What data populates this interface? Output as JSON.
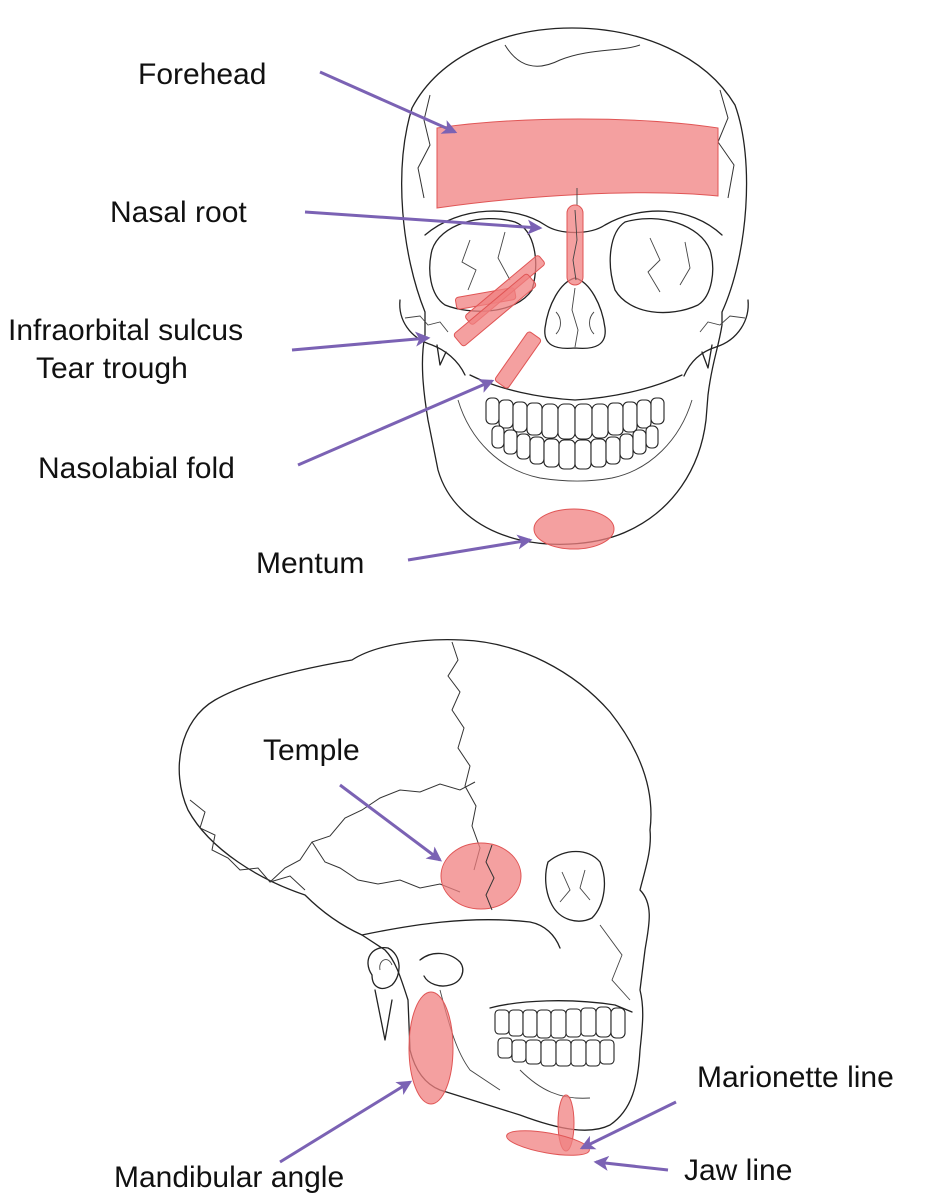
{
  "colors": {
    "arrow": "#7b62b4",
    "highlight_fill": "#f08080",
    "highlight_stroke": "#e05555"
  },
  "front_view": {
    "labels": {
      "forehead": "Forehead",
      "nasal_root": "Nasal root",
      "infraorbital_sulcus": "Infraorbital sulcus",
      "tear_trough": "Tear trough",
      "nasolabial_fold": "Nasolabial fold",
      "mentum": "Mentum"
    }
  },
  "side_view": {
    "labels": {
      "temple": "Temple",
      "marionette_line": "Marionette line",
      "mandibular_angle": "Mandibular angle",
      "jaw_line": "Jaw line"
    }
  }
}
